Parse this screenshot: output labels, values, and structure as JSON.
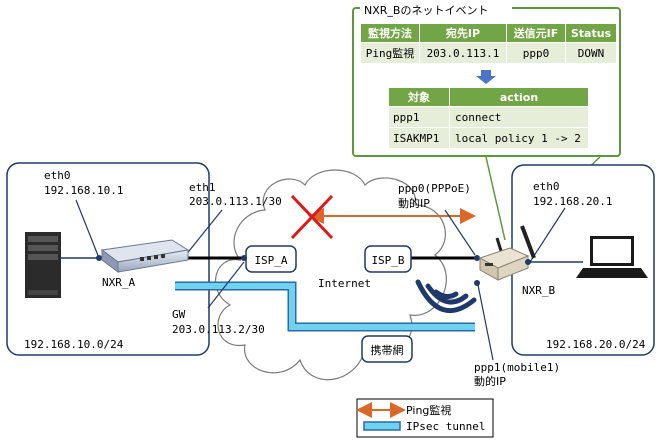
{
  "event_panel": {
    "title": "NXR_Bのネットイベント",
    "monitor_table": {
      "headers": [
        "監視方法",
        "宛先IP",
        "送信元IF",
        "Status"
      ],
      "row": [
        "Ping監視",
        "203.0.113.1",
        "ppp0",
        "DOWN"
      ]
    },
    "action_table": {
      "headers": [
        "対象",
        "action"
      ],
      "rows": [
        {
          "target": "ppp1",
          "action": "connect"
        },
        {
          "target": "ISAKMP1",
          "action": "local policy 1 -> 2"
        }
      ]
    }
  },
  "lan_a": {
    "eth0_label": "eth0",
    "eth0_ip": "192.168.10.1",
    "subnet": "192.168.10.0/24"
  },
  "lan_b": {
    "eth0_label": "eth0",
    "eth0_ip": "192.168.20.1",
    "subnet": "192.168.20.0/24"
  },
  "nxr_a": {
    "name": "NXR_A",
    "eth1_label": "eth1",
    "eth1_ip": "203.0.113.1/30"
  },
  "gw": {
    "label": "GW",
    "ip": "203.0.113.2/30"
  },
  "nxr_b": {
    "name": "NXR_B",
    "ppp0_label": "ppp0(PPPoE)",
    "ppp0_ip": "動的IP",
    "ppp1_label": "ppp1(mobile1)",
    "ppp1_ip": "動的IP"
  },
  "labels": {
    "isp_a": "ISP_A",
    "isp_b": "ISP_B",
    "internet": "Internet",
    "mobile_network": "携帯網"
  },
  "legend": {
    "ping": "Ping監視",
    "ipsec": "IPsec tunnel"
  },
  "colors": {
    "ping_arrow": "#d9692a",
    "tunnel": "#6fd3f0",
    "table_header": "#72a545",
    "panel_border": "#5b9a3c"
  }
}
